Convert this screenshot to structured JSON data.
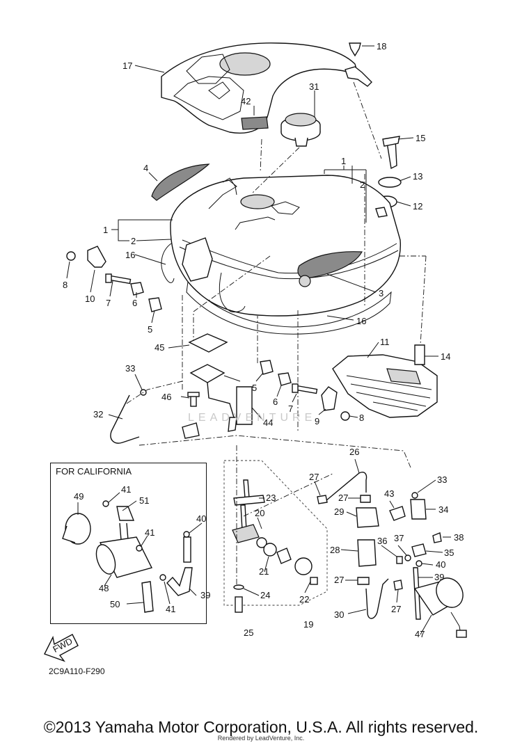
{
  "diagram": {
    "part_labels": [
      "1",
      "2",
      "3",
      "4",
      "5",
      "6",
      "7",
      "8",
      "9",
      "10",
      "11",
      "12",
      "13",
      "14",
      "15",
      "16",
      "17",
      "18",
      "19",
      "20",
      "21",
      "22",
      "23",
      "24",
      "25",
      "26",
      "27",
      "28",
      "29",
      "30",
      "31",
      "32",
      "33",
      "34",
      "35",
      "36",
      "37",
      "38",
      "39",
      "40",
      "41",
      "42",
      "43",
      "44",
      "45",
      "46",
      "47",
      "48",
      "49",
      "50",
      "51"
    ],
    "inset_title": "FOR CALIFORNIA",
    "fwd_label": "FWD",
    "diagram_code": "2C9A110-F290",
    "watermark": "LEADVENTURE",
    "copyright": "©2013 Yamaha Motor Corporation, U.S.A. All rights reserved.",
    "rendered_by": "Rendered by LeadVenture, Inc."
  }
}
